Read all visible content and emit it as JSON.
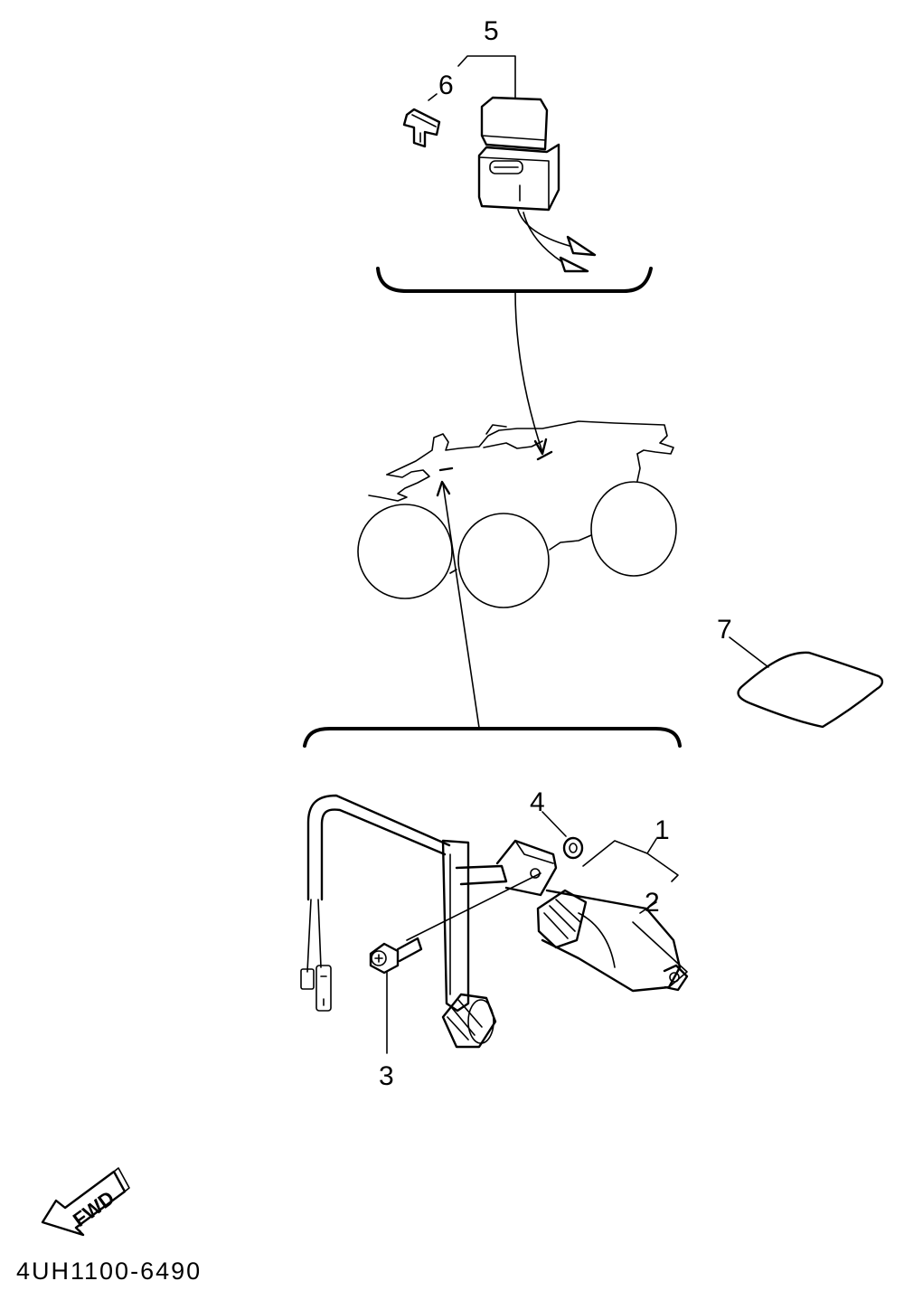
{
  "callouts": {
    "c1": "1",
    "c2": "2",
    "c3": "3",
    "c4": "4",
    "c5": "5",
    "c6": "6",
    "c7": "7"
  },
  "direction_label": "FWD",
  "drawing_code": "4UH1100-6490"
}
